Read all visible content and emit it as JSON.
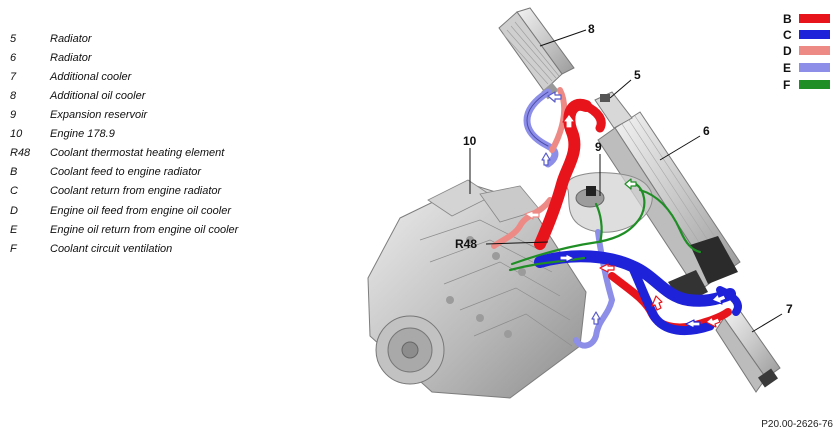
{
  "legend": [
    {
      "code": "5",
      "text": "Radiator"
    },
    {
      "code": "6",
      "text": "Radiator"
    },
    {
      "code": "7",
      "text": "Additional cooler"
    },
    {
      "code": "8",
      "text": "Additional oil cooler"
    },
    {
      "code": "9",
      "text": "Expansion reservoir"
    },
    {
      "code": "10",
      "text": "Engine 178.9"
    },
    {
      "code": "R48",
      "text": "Coolant thermostat heating element"
    },
    {
      "code": "B",
      "text": "Coolant feed to engine radiator"
    },
    {
      "code": "C",
      "text": "Coolant return from engine radiator"
    },
    {
      "code": "D",
      "text": "Engine oil feed from engine oil cooler"
    },
    {
      "code": "E",
      "text": "Engine oil return from engine oil cooler"
    },
    {
      "code": "F",
      "text": "Coolant circuit ventilation"
    }
  ],
  "color_key": [
    {
      "code": "B",
      "color": "#e8141c"
    },
    {
      "code": "C",
      "color": "#1e22d8"
    },
    {
      "code": "D",
      "color": "#ee8a86"
    },
    {
      "code": "E",
      "color": "#8c8ee8"
    },
    {
      "code": "F",
      "color": "#1f8f25"
    }
  ],
  "callouts": {
    "c8": "8",
    "c5": "5",
    "c6": "6",
    "c7": "7",
    "c9": "9",
    "c10": "10",
    "cR48": "R48"
  },
  "reference": "P20.00-2626-76"
}
